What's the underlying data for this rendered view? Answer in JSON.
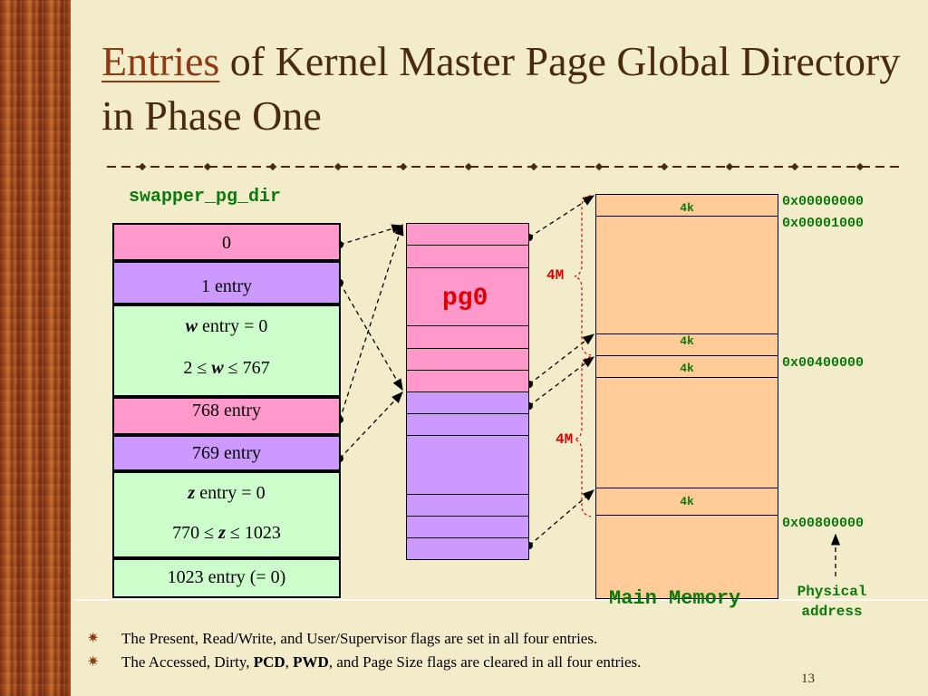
{
  "title": {
    "link_word": "Entries",
    "rest": " of Kernel Master Page Global Directory in Phase One"
  },
  "pgdir": {
    "label": "swapper_pg_dir",
    "rows": [
      {
        "text": "0"
      },
      {
        "text": "1 entry"
      },
      {
        "text_a_var": "w",
        "text_a_rest": " entry = 0",
        "text_b_pre": "2 ≤ ",
        "text_b_var": "w",
        "text_b_post": " ≤ 767"
      },
      {
        "text": "768 entry"
      },
      {
        "text": "769 entry"
      },
      {
        "text_a_var": "z",
        "text_a_rest": " entry = 0",
        "text_b_pre": "770 ≤ ",
        "text_b_var": "z",
        "text_b_post": " ≤ 1023"
      },
      {
        "text": "1023 entry (= 0)"
      }
    ]
  },
  "pg0": {
    "label": "pg0"
  },
  "memory": {
    "label": "Main Memory",
    "block_labels": [
      "4k",
      "4k",
      "4k",
      "4k"
    ],
    "addresses": [
      "0x00000000",
      "0x00001000",
      "0x00400000",
      "0x00800000"
    ],
    "span_labels": [
      "4M",
      "4M"
    ],
    "physical_label_line1": "Physical",
    "physical_label_line2": "address"
  },
  "bullets": {
    "line1": "The Present, Read/Write, and User/Supervisor flags are set in all four entries.",
    "line2_pre": "The Accessed, Dirty, ",
    "line2_b1": "PCD",
    "line2_mid": ", ",
    "line2_b2": "PWD",
    "line2_post": ", and Page Size flags are cleared in all four entries."
  },
  "page_number": "13",
  "colors": {
    "pink": "#ff99cc",
    "purple": "#cc99ff",
    "light_green": "#ccffcc",
    "memory": "#ffcc99",
    "red_label": "#e00000",
    "green_text": "#0b7a0b"
  }
}
